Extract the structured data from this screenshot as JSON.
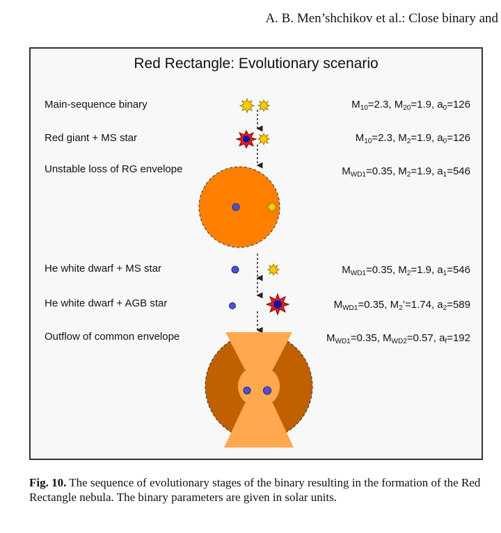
{
  "header": "A. B. Men’shchikov et al.: Close binary and",
  "figure": {
    "title": "Red Rectangle: Evolutionary scenario",
    "stages": [
      {
        "label": "Main-sequence binary",
        "params": [
          [
            "M",
            "10",
            "=2.3, "
          ],
          [
            "M",
            "20",
            "=1.9, "
          ],
          [
            "a",
            "0",
            "=126"
          ]
        ]
      },
      {
        "label": "Red giant + MS star",
        "params": [
          [
            "M",
            "10",
            "=2.3, "
          ],
          [
            "M",
            "2",
            "=1.9, "
          ],
          [
            "a",
            "0",
            "=126"
          ]
        ]
      },
      {
        "label": "Unstable loss of RG envelope",
        "params": [
          [
            "M",
            "WD1",
            "=0.35, "
          ],
          [
            "M",
            "2",
            "=1.9, "
          ],
          [
            "a",
            "1",
            "=546"
          ]
        ]
      },
      {
        "label": "He white dwarf + MS star",
        "params": [
          [
            "M",
            "WD1",
            "=0.35, "
          ],
          [
            "M",
            "2",
            "=1.9, "
          ],
          [
            "a",
            "1",
            "=546"
          ]
        ]
      },
      {
        "label": "He white dwarf + AGB star",
        "params": [
          [
            "M",
            "WD1",
            "=0.35, "
          ],
          [
            "M",
            "2",
            "’=1.74, "
          ],
          [
            "a",
            "2",
            "=589"
          ]
        ]
      },
      {
        "label": "Outflow of common envelope",
        "params": [
          [
            "M",
            "WD1",
            "=0.35, "
          ],
          [
            "M",
            "WD2",
            "=0.57, "
          ],
          [
            "a",
            "f",
            "=192"
          ]
        ]
      }
    ]
  },
  "caption": {
    "label": "Fig. 10.",
    "text": " The sequence of evolutionary stages of the binary resulting in the formation of the Red Rectangle nebula. The binary parameters are given in solar units."
  }
}
